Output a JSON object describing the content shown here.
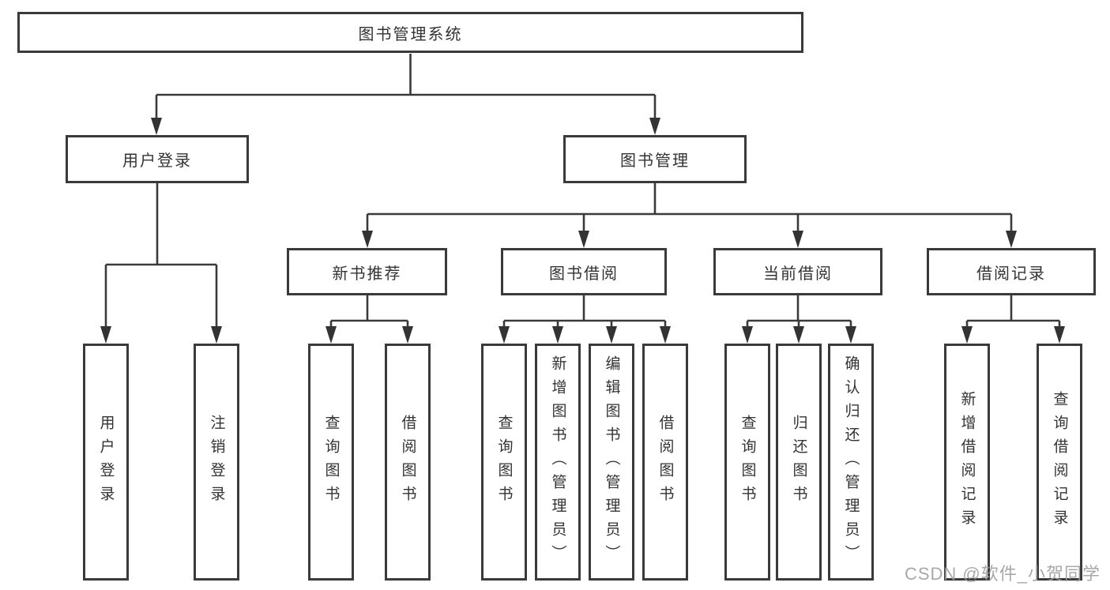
{
  "diagram": {
    "root": {
      "label": "图书管理系统"
    },
    "branches": {
      "user_login": {
        "label": "用户登录",
        "children": [
          {
            "label": "用户登录"
          },
          {
            "label": "注销登录"
          }
        ]
      },
      "book_mgmt": {
        "label": "图书管理",
        "sections": [
          {
            "label": "新书推荐",
            "children": [
              {
                "label": "查询图书"
              },
              {
                "label": "借阅图书"
              }
            ]
          },
          {
            "label": "图书借阅",
            "children": [
              {
                "label": "查询图书"
              },
              {
                "label": "新增图书（管理员）"
              },
              {
                "label": "编辑图书（管理员）"
              },
              {
                "label": "借阅图书"
              }
            ]
          },
          {
            "label": "当前借阅",
            "children": [
              {
                "label": "查询图书"
              },
              {
                "label": "归还图书"
              },
              {
                "label": "确认归还（管理员）"
              }
            ]
          },
          {
            "label": "借阅记录",
            "children": [
              {
                "label": "新增借阅记录"
              },
              {
                "label": "查询借阅记录"
              }
            ]
          }
        ]
      }
    }
  },
  "watermark": {
    "text": "CSDN @软件_小贺同学"
  },
  "colors": {
    "line": "#3a3a3a",
    "box_border": "#3a3a3a",
    "text": "#333333",
    "background": "#ffffff",
    "watermark": "#9e9e9e"
  }
}
